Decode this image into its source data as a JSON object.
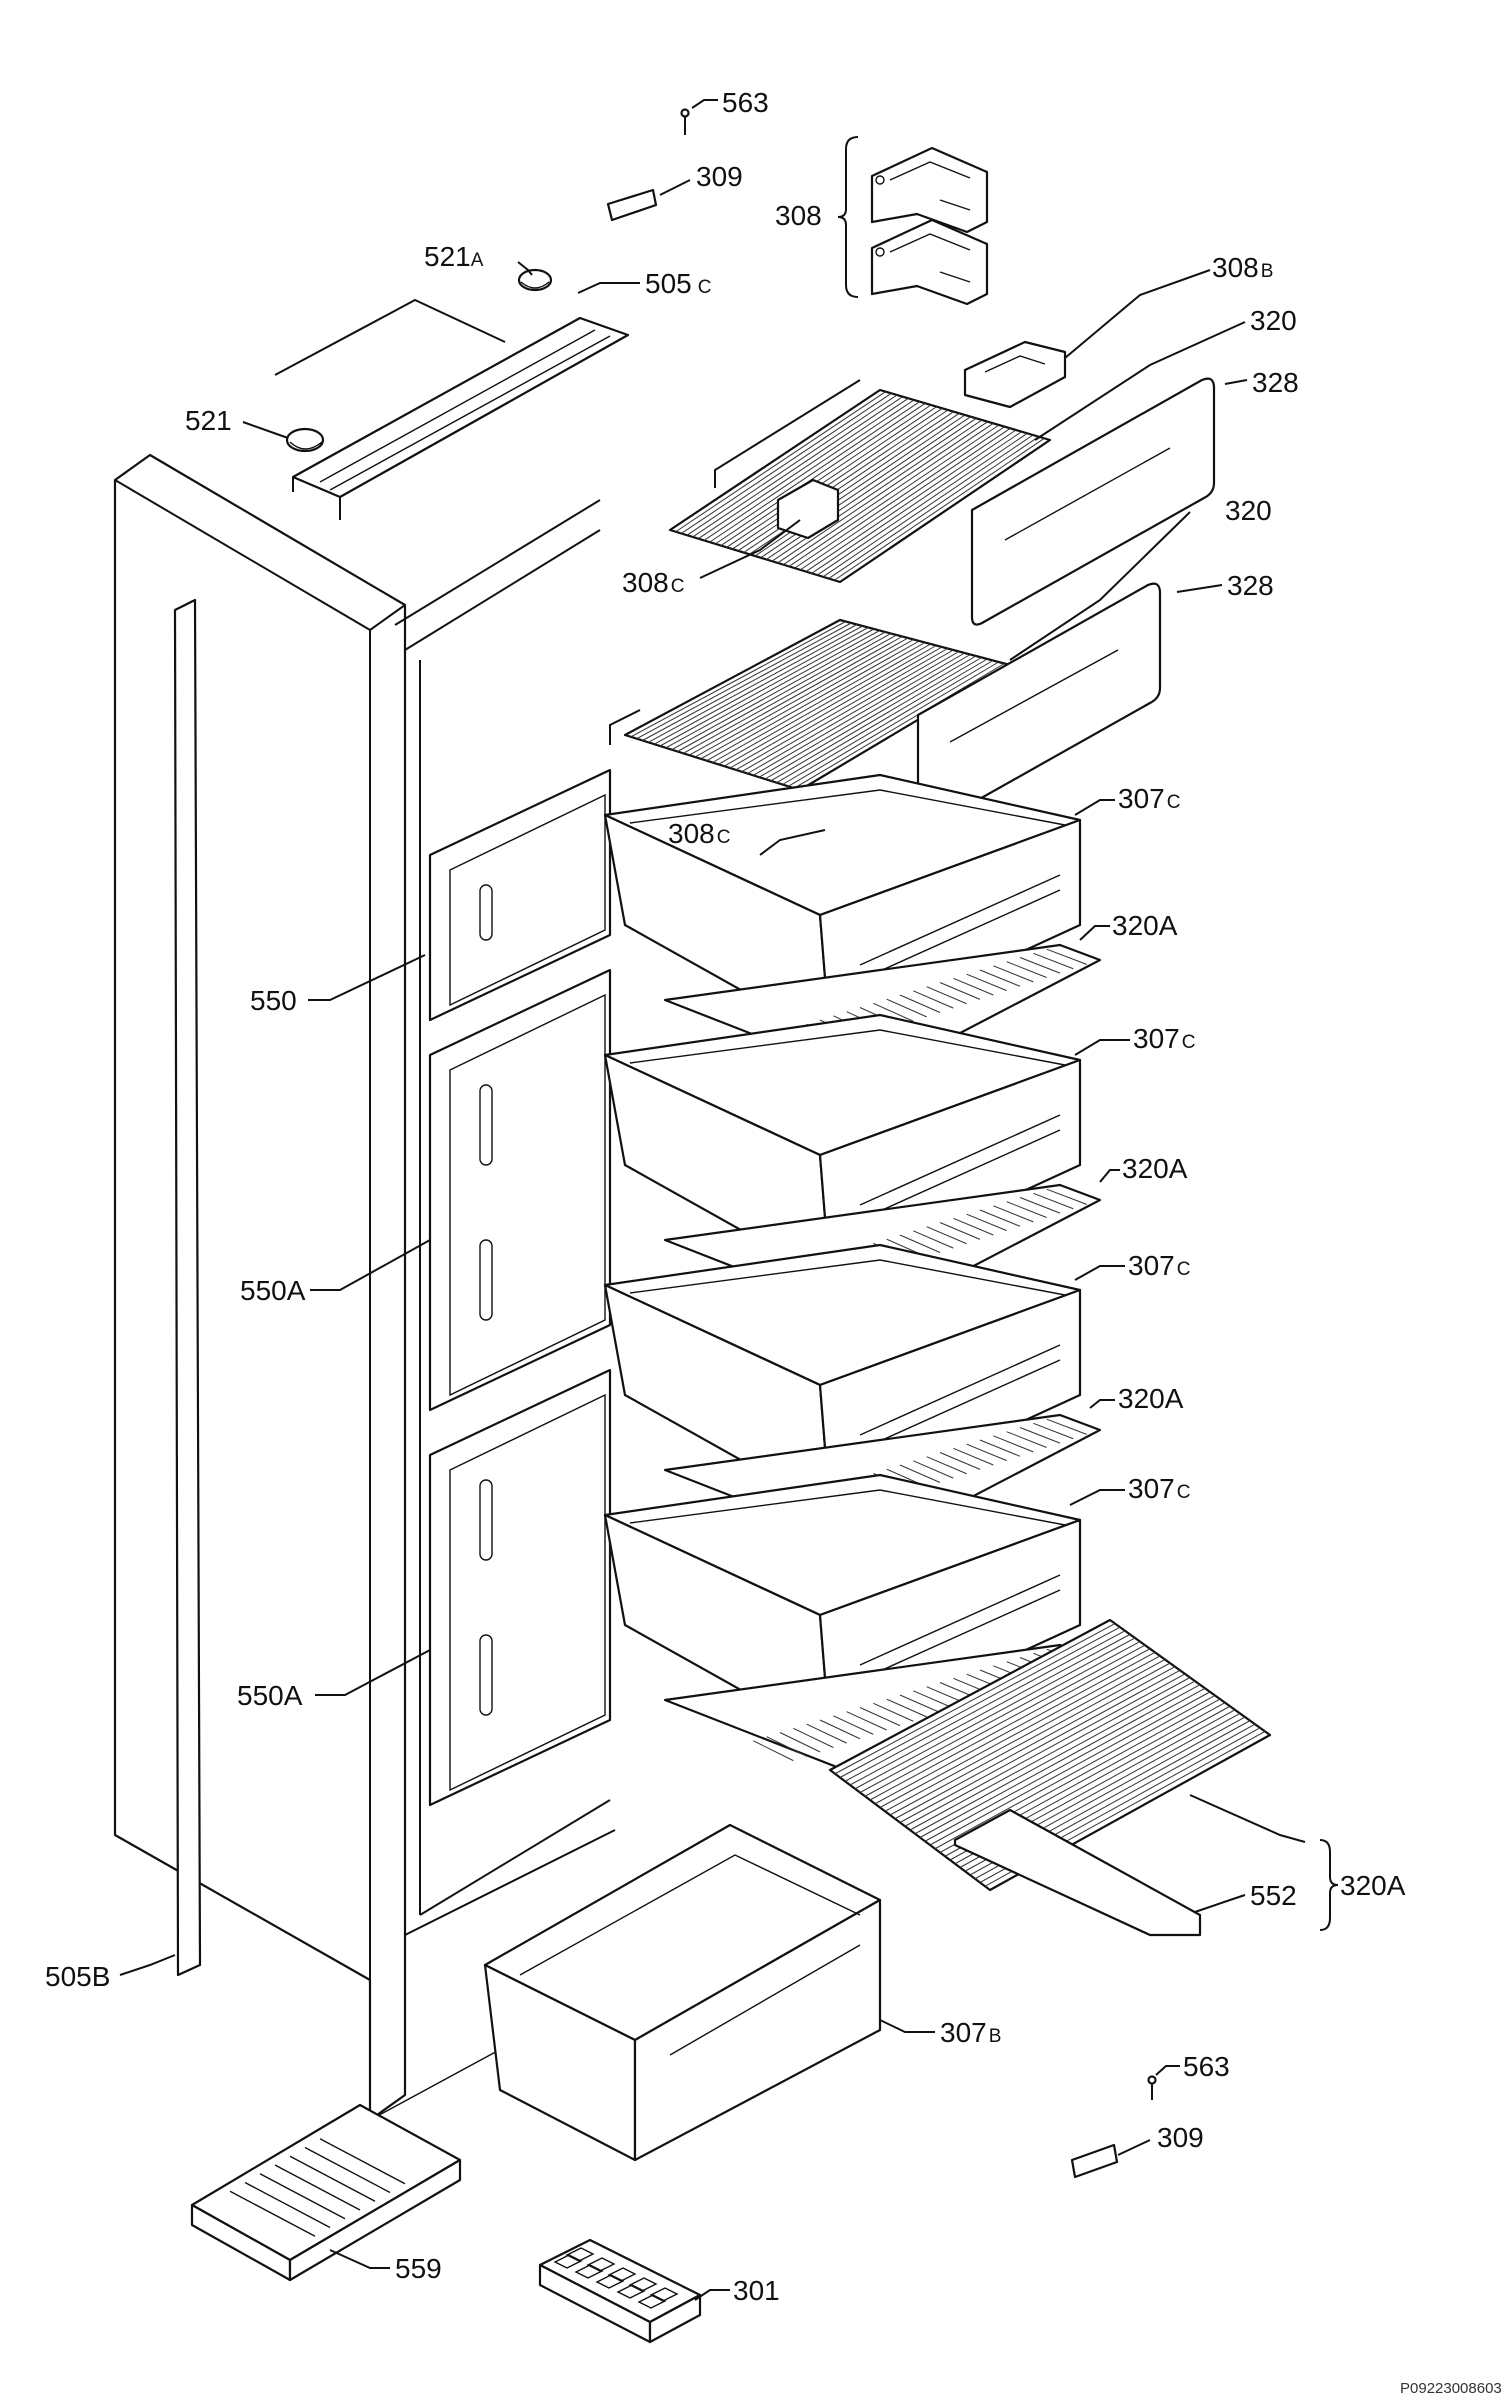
{
  "labels": [
    {
      "id": "l-563-top",
      "text": "563"
    },
    {
      "id": "l-309-top",
      "text": "309"
    },
    {
      "id": "l-308",
      "text": "308"
    },
    {
      "id": "l-521a",
      "text": "521",
      "sub": "A"
    },
    {
      "id": "l-505c",
      "text": "505",
      "sub": "C"
    },
    {
      "id": "l-308b",
      "text": "308",
      "sub": "B"
    },
    {
      "id": "l-320-a",
      "text": "320"
    },
    {
      "id": "l-521",
      "text": "521"
    },
    {
      "id": "l-328-a",
      "text": "328"
    },
    {
      "id": "l-308c-a",
      "text": "308",
      "sub": "C"
    },
    {
      "id": "l-320-b",
      "text": "320"
    },
    {
      "id": "l-328-b",
      "text": "328"
    },
    {
      "id": "l-308c-b",
      "text": "308",
      "sub": "C"
    },
    {
      "id": "l-307c-a",
      "text": "307",
      "sub": "C"
    },
    {
      "id": "l-320a-a",
      "text": "320A"
    },
    {
      "id": "l-550",
      "text": "550"
    },
    {
      "id": "l-307c-b",
      "text": "307",
      "sub": "C"
    },
    {
      "id": "l-320a-b",
      "text": "320A"
    },
    {
      "id": "l-550a-a",
      "text": "550A"
    },
    {
      "id": "l-307c-c",
      "text": "307",
      "sub": "C"
    },
    {
      "id": "l-320a-c",
      "text": "320A"
    },
    {
      "id": "l-307c-d",
      "text": "307",
      "sub": "C"
    },
    {
      "id": "l-550a-b",
      "text": "550A"
    },
    {
      "id": "l-320a-d",
      "text": "320A"
    },
    {
      "id": "l-552",
      "text": "552"
    },
    {
      "id": "l-505b",
      "text": "505B"
    },
    {
      "id": "l-307b",
      "text": "307",
      "sub": "B"
    },
    {
      "id": "l-563-bot",
      "text": "563"
    },
    {
      "id": "l-309-bot",
      "text": "309"
    },
    {
      "id": "l-559",
      "text": "559"
    },
    {
      "id": "l-301",
      "text": "301"
    }
  ],
  "reference_code": "P09223008603"
}
